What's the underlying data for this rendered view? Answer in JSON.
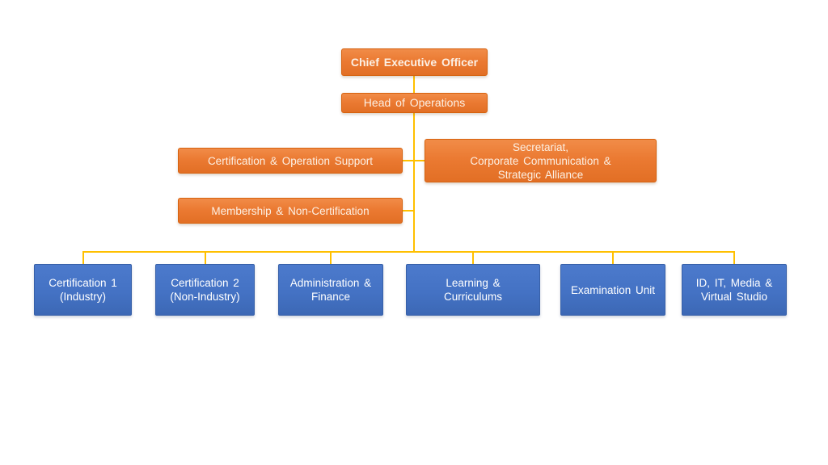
{
  "colors": {
    "node_orange": "#ED7D31",
    "node_blue": "#4472C4",
    "connector_gold": "#FFC000"
  },
  "org_chart": {
    "ceo": {
      "label": "Chief Executive Officer"
    },
    "head_of_operations": {
      "label": "Head of Operations"
    },
    "certification_operation_support": {
      "label": "Certification & Operation Support"
    },
    "secretariat": {
      "label": "Secretariat,\nCorporate Communication &\nStrategic Alliance"
    },
    "membership_non_certification": {
      "label": "Membership & Non-Certification"
    },
    "units": [
      {
        "label": "Certification 1\n(Industry)"
      },
      {
        "label": "Certification 2\n(Non-Industry)"
      },
      {
        "label": "Administration &\nFinance"
      },
      {
        "label": "Learning &\nCurriculums"
      },
      {
        "label": "Examination Unit"
      },
      {
        "label": "ID, IT, Media &\nVirtual Studio"
      }
    ]
  }
}
